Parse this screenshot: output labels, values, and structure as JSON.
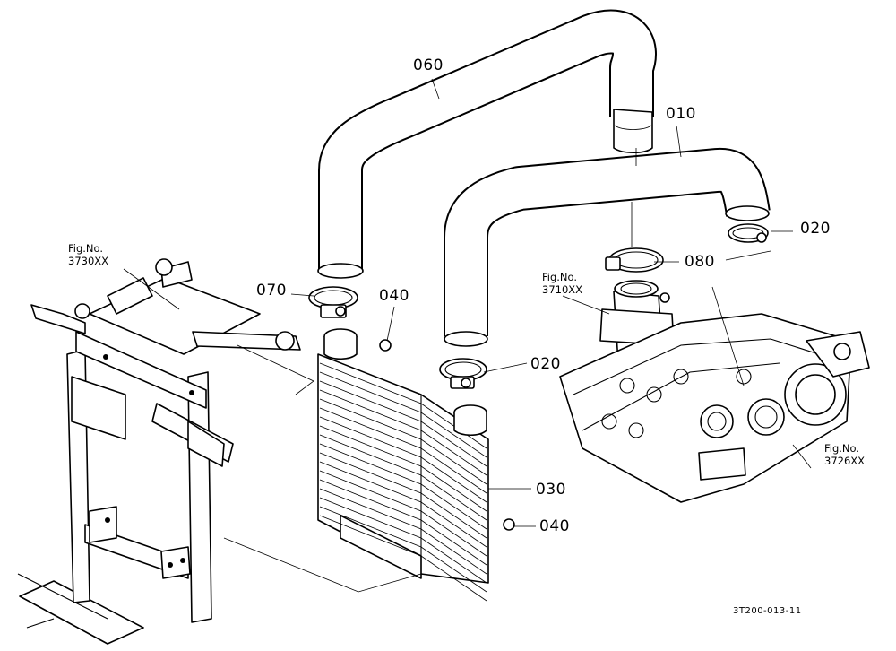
{
  "diagram": {
    "part_labels": {
      "p060": "060",
      "p010": "010",
      "p020_top": "020",
      "p080": "080",
      "p070": "070",
      "p040_top": "040",
      "p020_mid": "020",
      "p030": "030",
      "p040_bottom": "040"
    },
    "figure_refs": {
      "f3730": {
        "line1": "Fig.No.",
        "line2": "3730XX"
      },
      "f3710": {
        "line1": "Fig.No.",
        "line2": "3710XX"
      },
      "f3726": {
        "line1": "Fig.No.",
        "line2": "3726XX"
      }
    },
    "drawing_number": "3T200-013-11"
  }
}
